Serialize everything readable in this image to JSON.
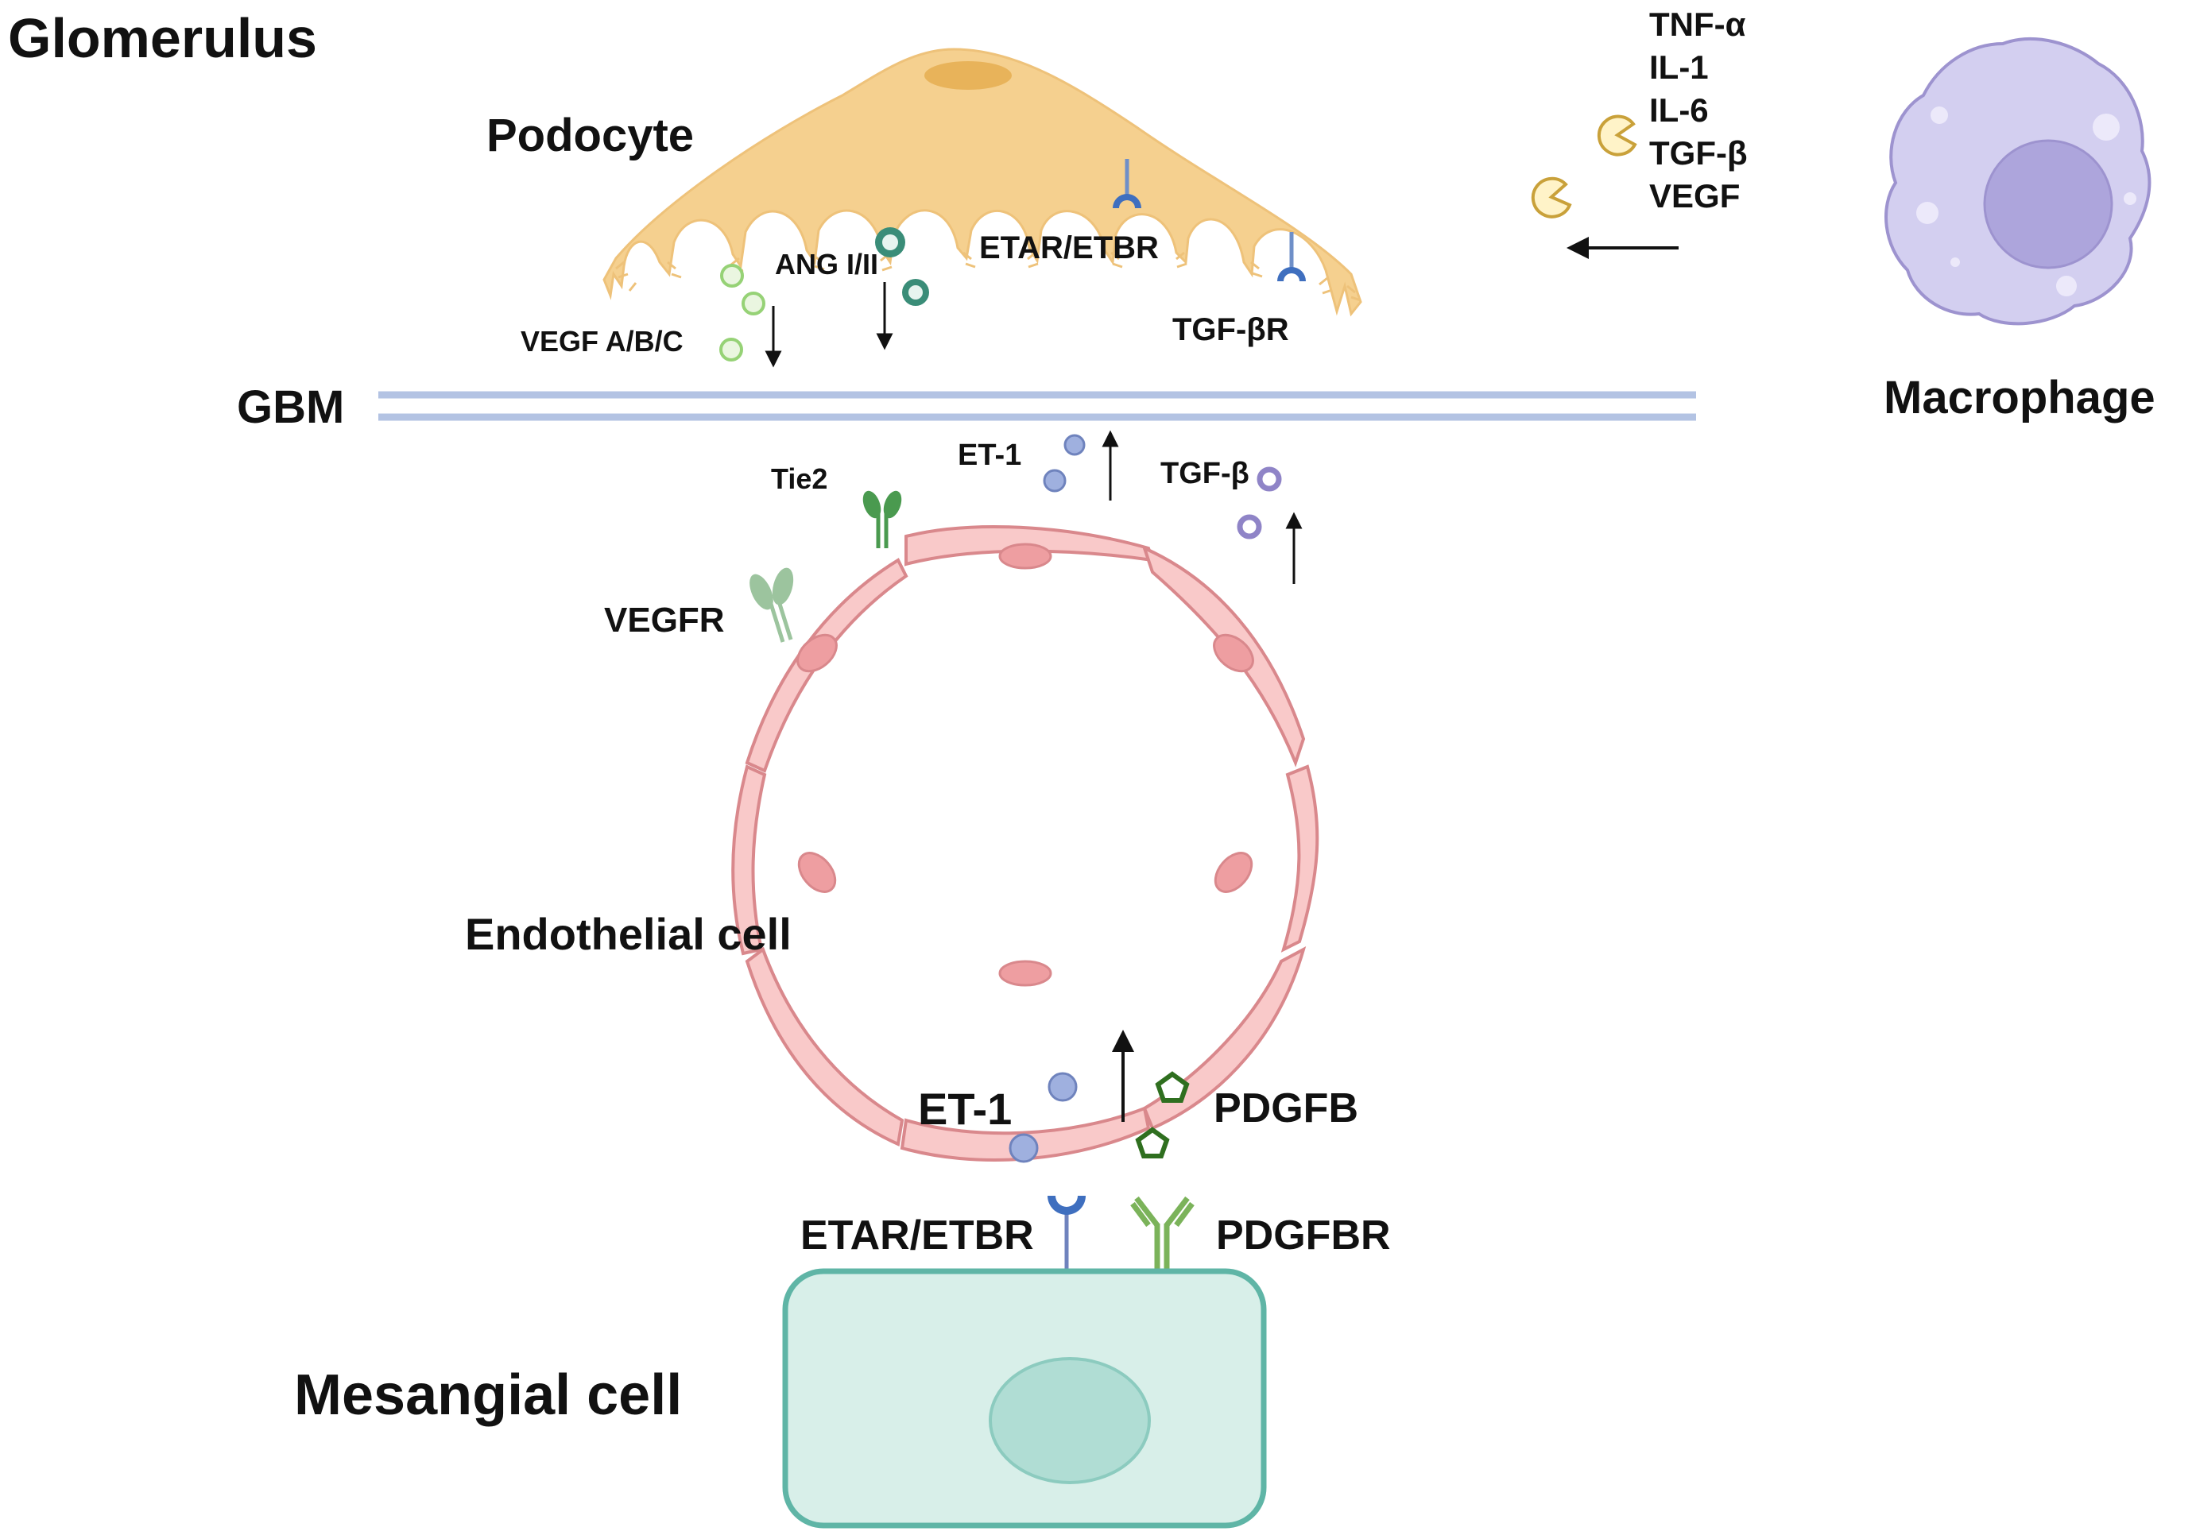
{
  "title": "Glomerulus",
  "labels": {
    "podocyte": "Podocyte",
    "ang": "ANG I/II",
    "etar_top": "ETAR/ETBR",
    "tgfbr": "TGF-βR",
    "vegf_abc": "VEGF A/B/C",
    "gbm": "GBM",
    "macrophage": "Macrophage",
    "tie2": "Tie2",
    "et1_top": "ET-1",
    "tgfb": "TGF-β",
    "vegfr": "VEGFR",
    "endothelial": "Endothelial cell",
    "et1_bottom": "ET-1",
    "pdgfb": "PDGFB",
    "etar_bottom": "ETAR/ETBR",
    "pdgfbr": "PDGFBR",
    "mesangial": "Mesangial cell"
  },
  "cytokines": [
    "TNF-α",
    "IL-1",
    "IL-6",
    "TGF-β",
    "VEGF"
  ],
  "colors": {
    "podocyte": "#f5d08f",
    "podocyte_nucleus": "#e8b35a",
    "gbm": "#b3c3e3",
    "endothelial": "#f9c9c9",
    "endothelial_stroke": "#d9888c",
    "endothelial_nucleus": "#ee9ea1",
    "macrophage": "#d3cff0",
    "macrophage_stroke": "#9d93cf",
    "macrophage_nucleus": "#ada5dc",
    "mesangial": "#d8efe9",
    "mesangial_stroke": "#5fb5a6",
    "mesangial_nucleus": "#b0ddd4",
    "et1": "#9fb0df",
    "tgfb": "#8f84c7",
    "vegf": "#96d276",
    "ang": "#3a8d78",
    "pdgfb": "#2f6f1f",
    "cytokine": "#c9a13a",
    "receptor_blue": "#3f6fbf",
    "receptor_green": "#7bb35a",
    "tie2": "#4a9a4f",
    "vegfr": "#9cc49e"
  }
}
